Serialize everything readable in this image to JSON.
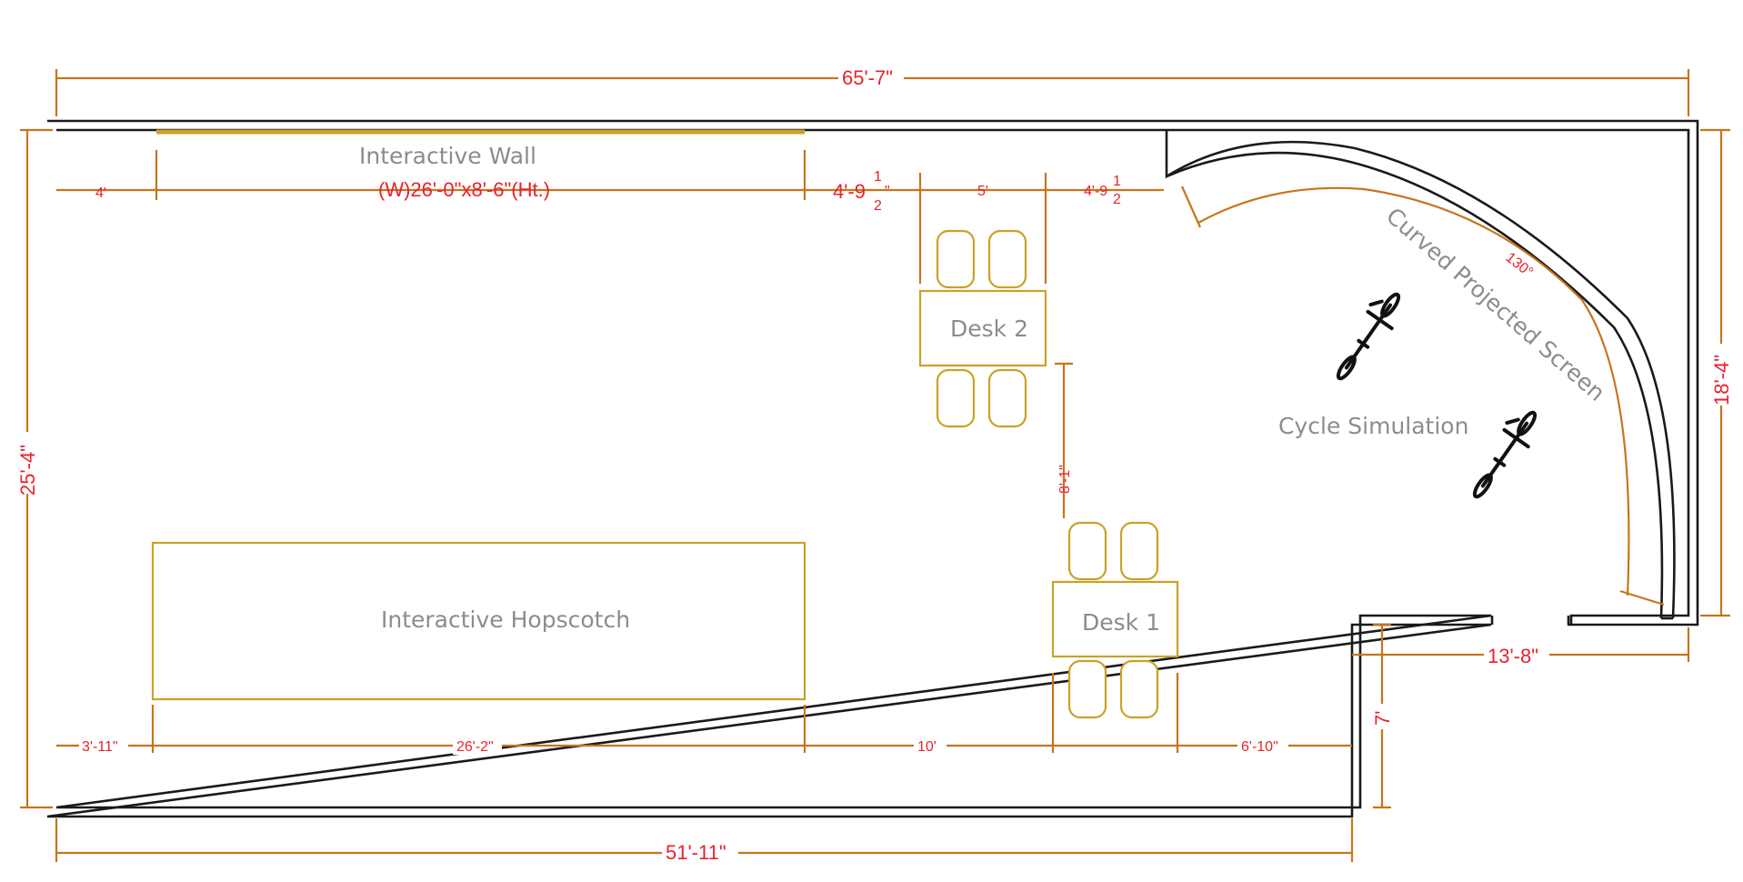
{
  "labels": {
    "interactive_wall": "Interactive Wall",
    "interactive_wall_size": "(W)26'-0\"x8'-6\"(Ht.)",
    "desk_2": "Desk 2",
    "desk_1": "Desk 1",
    "interactive_hopscotch": "Interactive Hopscotch",
    "cycle_simulation": "Cycle Simulation",
    "curved_screen": "Curved Projected Screen"
  },
  "dimensions": {
    "overall_width": "65'-7\"",
    "overall_height": "25'-4\"",
    "right_height": "18'-4\"",
    "bottom_width": "51'-11\"",
    "wall_offset": "4'",
    "between_wall_desk": "4'-9",
    "desk2_width": "5'",
    "desk2_to_screen": "4'-9",
    "frac_num": "1",
    "frac_den": "2",
    "frac_half": "\"",
    "screen_angle": "130°",
    "desk_gap": "8'-1\"",
    "entrance_width": "13'-8\"",
    "notch_height": "7'",
    "hopscotch_offset": "3'-11\"",
    "hopscotch_width": "26'-2\"",
    "hopscotch_to_desk1": "10'",
    "desk1_to_wall": "6'-10\""
  },
  "colors": {
    "dimension_line": "#c8741a",
    "dimension_text": "#e8222d",
    "furniture": "#c9a227",
    "wall": "#1a1a1a",
    "label": "#8c8c8c"
  }
}
